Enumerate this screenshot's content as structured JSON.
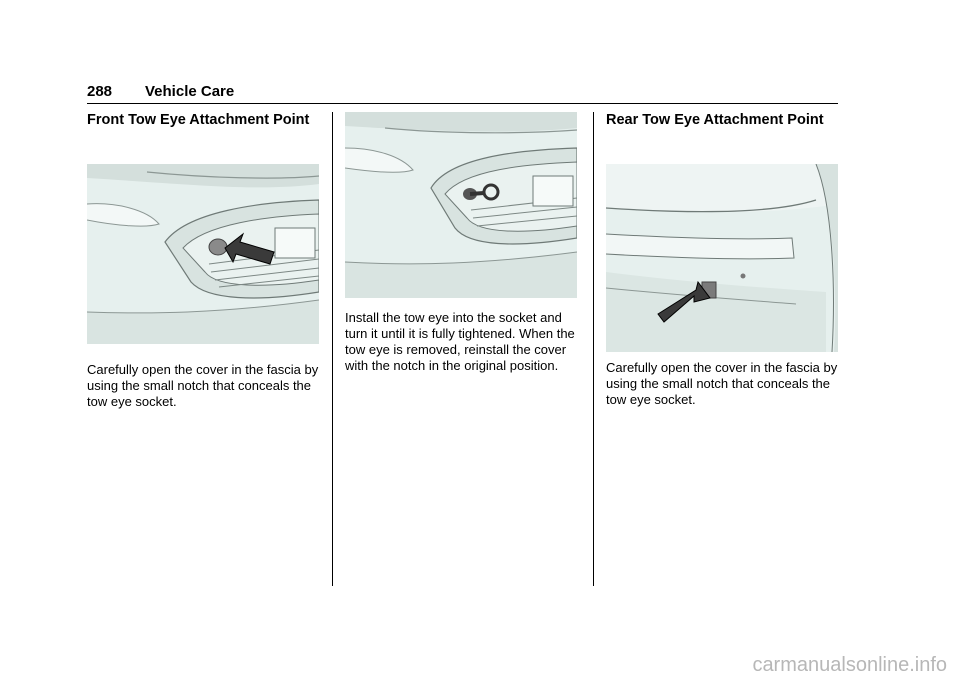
{
  "header": {
    "page_number": "288",
    "section_title": "Vehicle Care"
  },
  "columns": [
    {
      "heading": "Front Tow Eye Attachment Point",
      "caption": "Carefully open the cover in the fascia by using the small notch that conceals the tow eye socket."
    },
    {
      "caption": "Install the tow eye into the socket and turn it until it is fully tightened. When the tow eye is removed, reinstall the cover with the notch in the original position."
    },
    {
      "heading": "Rear Tow Eye Attachment Point",
      "caption": "Carefully open the cover in the fascia by using the small notch that conceals the tow eye socket."
    }
  ],
  "footer": {
    "watermark": "carmanualsonline.info"
  }
}
